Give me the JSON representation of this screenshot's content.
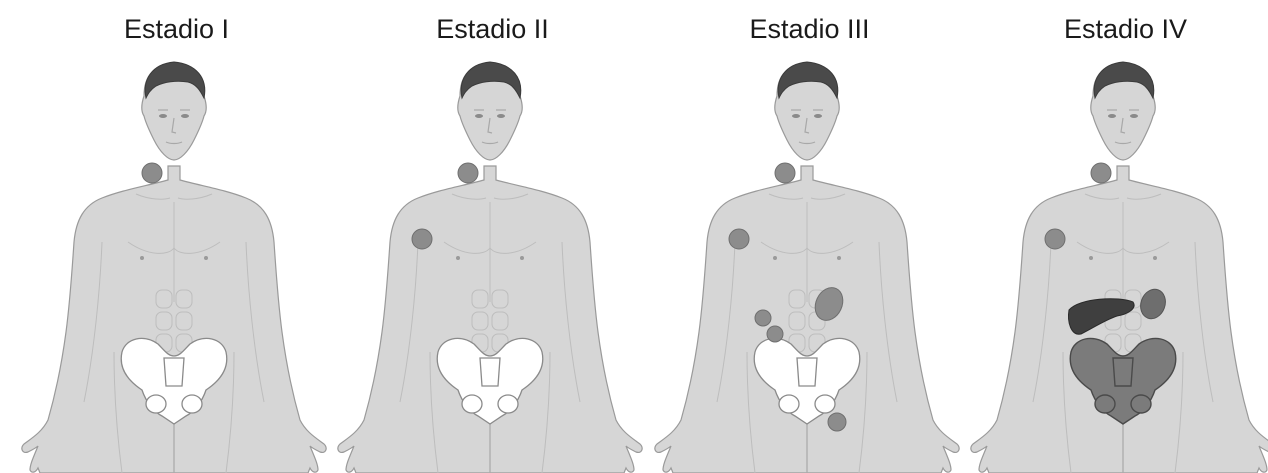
{
  "stages": [
    {
      "title": "Estadio I"
    },
    {
      "title": "Estadio II"
    },
    {
      "title": "Estadio III"
    },
    {
      "title": "Estadio IV"
    }
  ],
  "colors": {
    "skin": "#d6d6d6",
    "hair": "#4a4a4a",
    "lymph_node": "#8c8c8c",
    "liver": "#3f3f3f",
    "bone_affected": "#7b7b7b",
    "bone_normal": "#ffffff"
  }
}
